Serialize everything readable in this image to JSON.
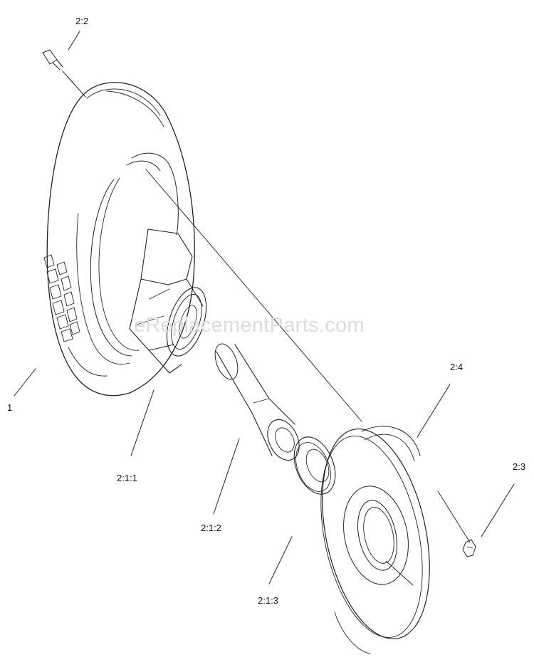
{
  "diagram": {
    "parts": [
      {
        "id": "tire",
        "callout": "1"
      },
      {
        "id": "valve-stem",
        "callout": "2:2"
      },
      {
        "id": "hub-housing",
        "callout": "2:1:1"
      },
      {
        "id": "axle-sleeve",
        "callout": "2:1:2"
      },
      {
        "id": "bearing-ring",
        "callout": "2:1:3"
      },
      {
        "id": "rim-half",
        "callout": "2:4"
      },
      {
        "id": "nut",
        "callout": "2:3"
      }
    ]
  },
  "watermark": "eReplacementParts.com"
}
